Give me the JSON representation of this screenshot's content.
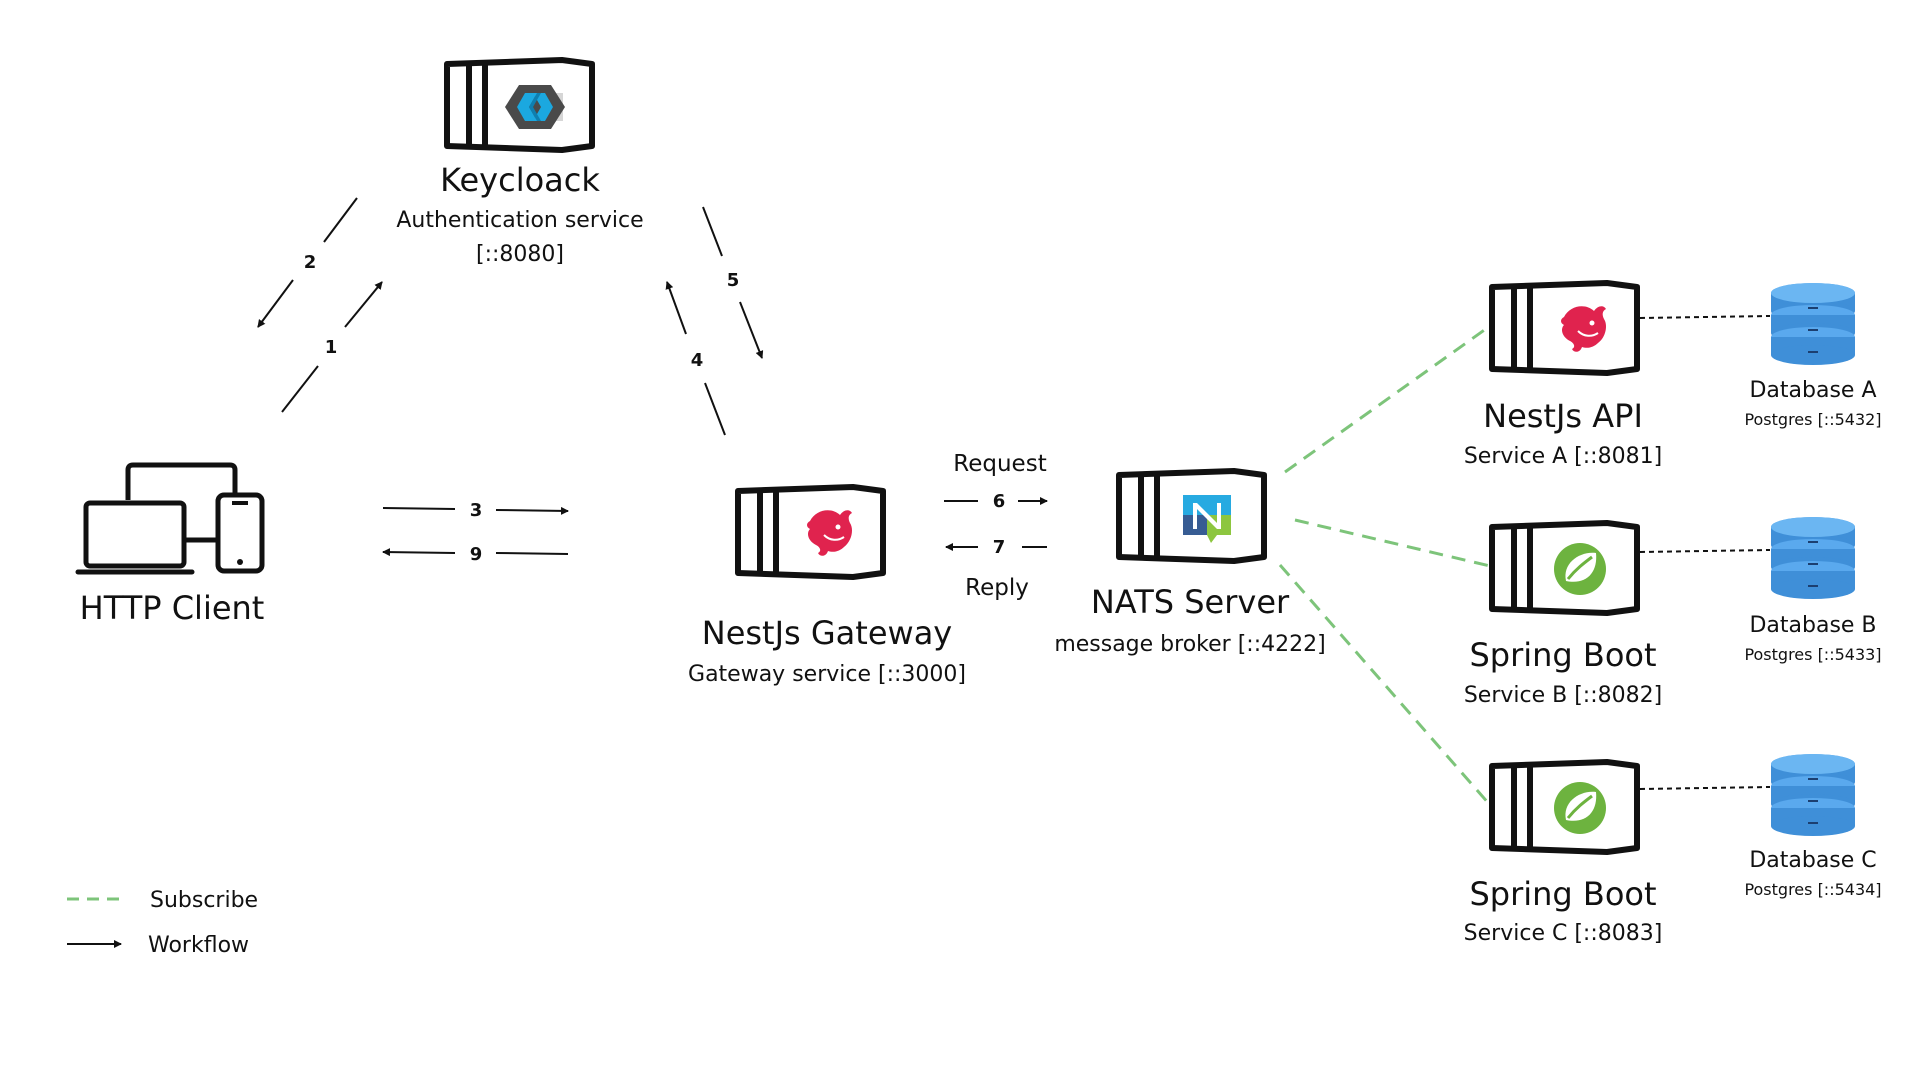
{
  "nodes": {
    "keycloak": {
      "name": "Keycloack",
      "desc": "Authentication service",
      "port": "[::8080]",
      "icon": "keycloak-icon"
    },
    "client": {
      "name": "HTTP Client",
      "icon": "devices-icon"
    },
    "gateway": {
      "name": "NestJs Gateway",
      "desc": "Gateway service [::3000]",
      "icon": "nestjs-icon"
    },
    "nats": {
      "name": "NATS Server",
      "desc": "message broker [::4222]",
      "icon": "nats-icon"
    },
    "service_a": {
      "name": "NestJs API",
      "desc": "Service A [::8081]",
      "icon": "nestjs-icon"
    },
    "service_b": {
      "name": "Spring Boot",
      "desc": "Service B [::8082]",
      "icon": "spring-icon"
    },
    "service_c": {
      "name": "Spring Boot",
      "desc": "Service C [::8083]",
      "icon": "spring-icon"
    },
    "db_a": {
      "name": "Database A",
      "desc": "Postgres [::5432]",
      "icon": "database-icon"
    },
    "db_b": {
      "name": "Database B",
      "desc": "Postgres [::5433]",
      "icon": "database-icon"
    },
    "db_c": {
      "name": "Database C",
      "desc": "Postgres [::5434]",
      "icon": "database-icon"
    }
  },
  "steps": {
    "s1": "1",
    "s2": "2",
    "s3": "3",
    "s4": "4",
    "s5": "5",
    "s6": "6",
    "s7": "7",
    "s9": "9"
  },
  "labels": {
    "request": "Request",
    "reply": "Reply"
  },
  "legend": {
    "subscribe": "Subscribe",
    "workflow": "Workflow"
  },
  "colors": {
    "subscribe_line": "#7dc47a",
    "nest_red": "#e0234e",
    "spring_green": "#6db33f",
    "db_blue": "#3f8fd8",
    "keycloak_blue": "#1ba8e0"
  }
}
